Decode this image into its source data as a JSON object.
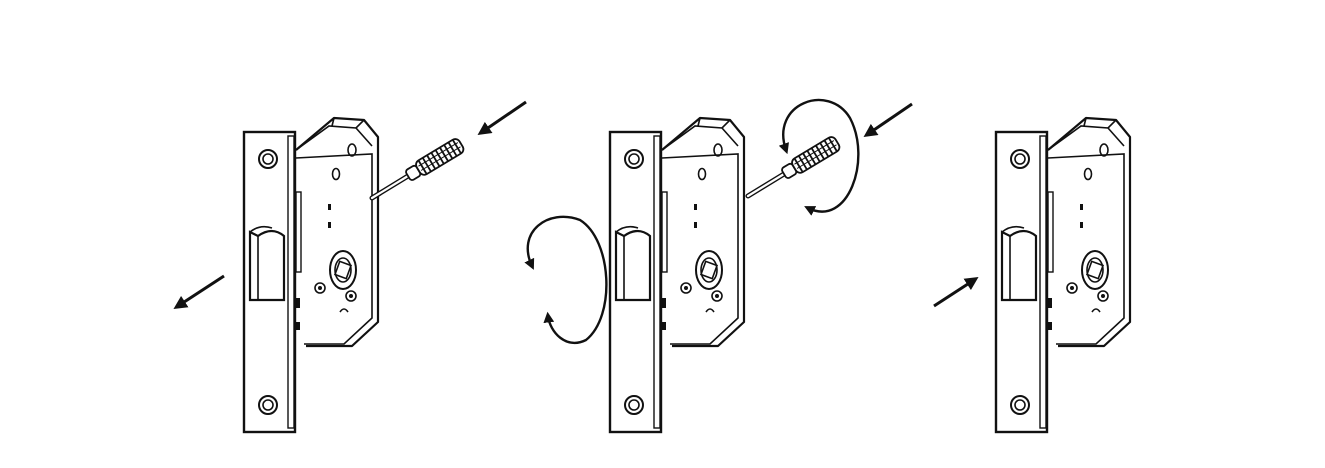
{
  "figure": {
    "steps": [
      {
        "id": "step-1",
        "screwdriver": true,
        "rotation": false
      },
      {
        "id": "step-2",
        "screwdriver": true,
        "rotation": true
      },
      {
        "id": "step-3",
        "screwdriver": false,
        "rotation": false
      }
    ],
    "colors": {
      "line": "#111111",
      "background": "#ffffff"
    },
    "icons": [
      "arrow-icon",
      "rotate-icon",
      "screwdriver-icon",
      "mortise-lock-icon"
    ]
  }
}
